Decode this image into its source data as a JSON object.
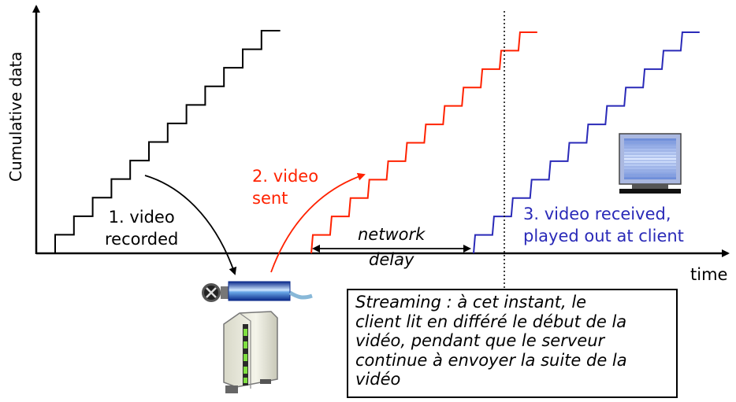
{
  "y_axis_label": "Cumulative data",
  "x_axis_label": "time",
  "stages": {
    "recorded": {
      "line1": "1. video",
      "line2": "recorded",
      "color": "#000000"
    },
    "sent": {
      "line1": "2. video",
      "line2": "sent",
      "color": "#ff2200"
    },
    "received": {
      "line1": "3. video received,",
      "line2": "played out at client",
      "color": "#2a2ab8"
    }
  },
  "network_delay": {
    "line1": "network",
    "line2": "delay"
  },
  "note": {
    "lines": [
      "Streaming : à cet instant, le",
      "client lit en différé le début de la",
      "vidéo, pendant que le serveur",
      "continue à envoyer la suite de la",
      "vidéo"
    ]
  },
  "icons": [
    "video-camera-icon",
    "film-strip-icon",
    "server-icon",
    "monitor-icon"
  ]
}
